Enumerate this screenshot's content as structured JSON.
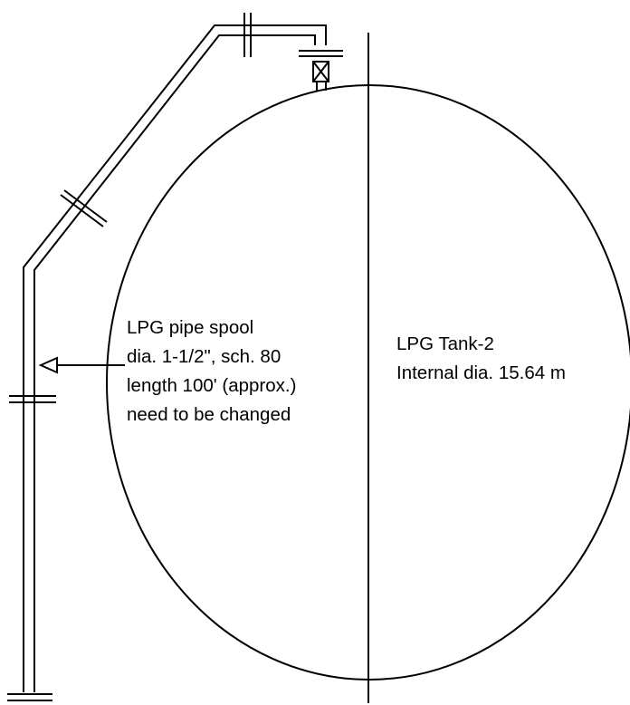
{
  "pipe_label": {
    "lines": [
      "LPG pipe spool",
      "dia. 1-1/2\", sch. 80",
      "length 100' (approx.)",
      "need to be changed"
    ]
  },
  "tank_label": {
    "lines": [
      "LPG Tank-2",
      "Internal dia. 15.64 m"
    ]
  },
  "colors": {
    "line": "#000000",
    "background": "#ffffff"
  }
}
